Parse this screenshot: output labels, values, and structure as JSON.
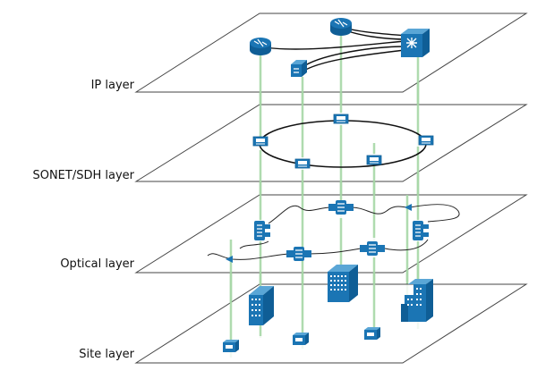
{
  "layers": [
    {
      "label": "IP layer"
    },
    {
      "label": "SONET/SDH layer"
    },
    {
      "label": "Optical layer"
    },
    {
      "label": "Site layer"
    }
  ],
  "colors": {
    "device": "#1b75b4",
    "device_light": "#5aa6d6",
    "vertical_link": "#a8d8a8",
    "plane_edge": "#444444",
    "link": "#111111"
  },
  "icons": {
    "ip_router": "router-icon",
    "ip_core_router": "core-router-icon",
    "ip_switch": "switch-icon",
    "sonet_node": "adm-icon",
    "optical_node": "oadm-icon",
    "optical_mux": "wdm-icon",
    "site_building": "building-icon",
    "site_terminal": "terminal-icon"
  }
}
